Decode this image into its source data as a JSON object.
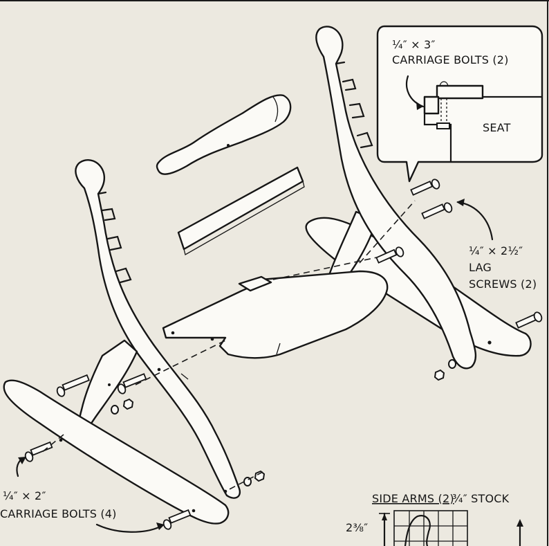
{
  "labels": {
    "top_bolts_size": "¼″ × 3″",
    "top_bolts_name": "CARRIAGE BOLTS (2)",
    "seat": "SEAT",
    "lag_size": "¼″ × 2½″",
    "lag_name": "LAG",
    "lag_name2": "SCREWS (2)",
    "bottom_bolts_size": "¼″ × 2″",
    "bottom_bolts_name": "CARRIAGE BOLTS (4)",
    "side_arms_title": "SIDE ARMS (2)",
    "side_arms_stock": "¾″ STOCK",
    "dimension": "2⅜″"
  }
}
